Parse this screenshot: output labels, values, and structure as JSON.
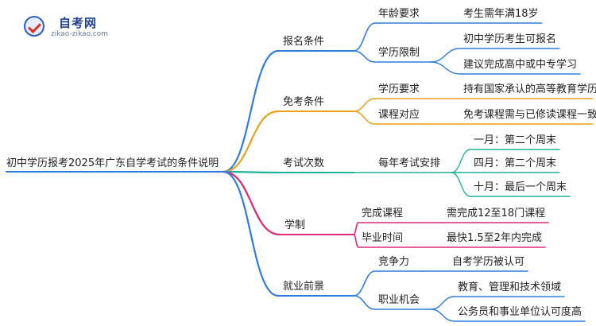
{
  "brand": {
    "name": "自考网",
    "url": "zikao-zikao.com",
    "colors": {
      "primary": "#1f3f8f",
      "accent": "#d9312b"
    }
  },
  "mindmap": {
    "root": "初中学历报考2025年广东自学考试的条件说明",
    "branches": [
      {
        "label": "报名条件",
        "color": "#2f7de1",
        "children": [
          {
            "label": "年龄要求",
            "leaves": [
              "考生需年满18岁"
            ]
          },
          {
            "label": "学历限制",
            "leaves": [
              "初中学历考生可报名",
              "建议完成高中或中专学习"
            ]
          }
        ]
      },
      {
        "label": "免考条件",
        "color": "#e8a21a",
        "children": [
          {
            "label": "学历要求",
            "leaves": [
              "持有国家承认的高等教育学历"
            ]
          },
          {
            "label": "课程对应",
            "leaves": [
              "免考课程需与已修读课程一致"
            ]
          }
        ]
      },
      {
        "label": "考试次数",
        "color": "#1fb49a",
        "children": [
          {
            "label": "每年考试安排",
            "leaves": [
              "一月：第二个周末",
              "四月：第二个周末",
              "十月：最后一个周末"
            ]
          }
        ]
      },
      {
        "label": "学制",
        "color": "#e0287a",
        "children": [
          {
            "label": "完成课程",
            "leaves": [
              "需完成12至18门课程"
            ]
          },
          {
            "label": "毕业时间",
            "leaves": [
              "最快1.5至2年内完成"
            ]
          }
        ]
      },
      {
        "label": "就业前景",
        "color": "#2f7de1",
        "children": [
          {
            "label": "竞争力",
            "leaves": [
              "自考学历被认可"
            ]
          },
          {
            "label": "职业机会",
            "leaves": [
              "教育、管理和技术领域",
              "公务员和事业单位认可度高"
            ]
          }
        ]
      }
    ]
  }
}
